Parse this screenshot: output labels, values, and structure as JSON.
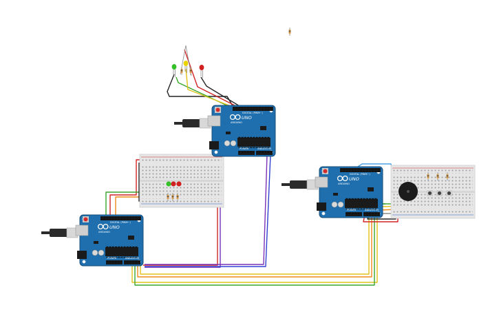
{
  "canvas": {
    "background": "#ffffff"
  },
  "board_labels": {
    "model": "UNO",
    "brand": "ARDUINO",
    "digital_header": "DIGITAL (PWM~)",
    "power_header": "POWER",
    "analog_header": "ANALOG IN"
  },
  "colors": {
    "board": "#1f6fae",
    "board_edge": "#184f7b",
    "breadboard": "#e6e6e6",
    "breadboard_hole": "#9a9a9a",
    "rail_red": "#cc2222",
    "rail_blue": "#2255cc",
    "usb_plug": "#2b2b2b",
    "usb_metal": "#d8d8d8",
    "wire_red": "#d22424",
    "wire_black": "#222222",
    "wire_green": "#3aa62b",
    "wire_yellow": "#e0c21a",
    "wire_orange": "#ef8a1a",
    "wire_purple": "#7a2fb8",
    "wire_blue": "#3040d0",
    "wire_lightblue": "#4aa0e0",
    "wire_gray": "#8c8c8c",
    "led_green": "#35c02a",
    "led_red": "#d02020",
    "led_yellow": "#e9d400",
    "resistor": "#d8b46a",
    "buzzer": "#1c1c1c",
    "pushbutton": "#444444"
  },
  "icons": [
    "arduino-infinity-icon",
    "usb-plug-icon",
    "power-jack-icon",
    "reset-button-icon"
  ]
}
